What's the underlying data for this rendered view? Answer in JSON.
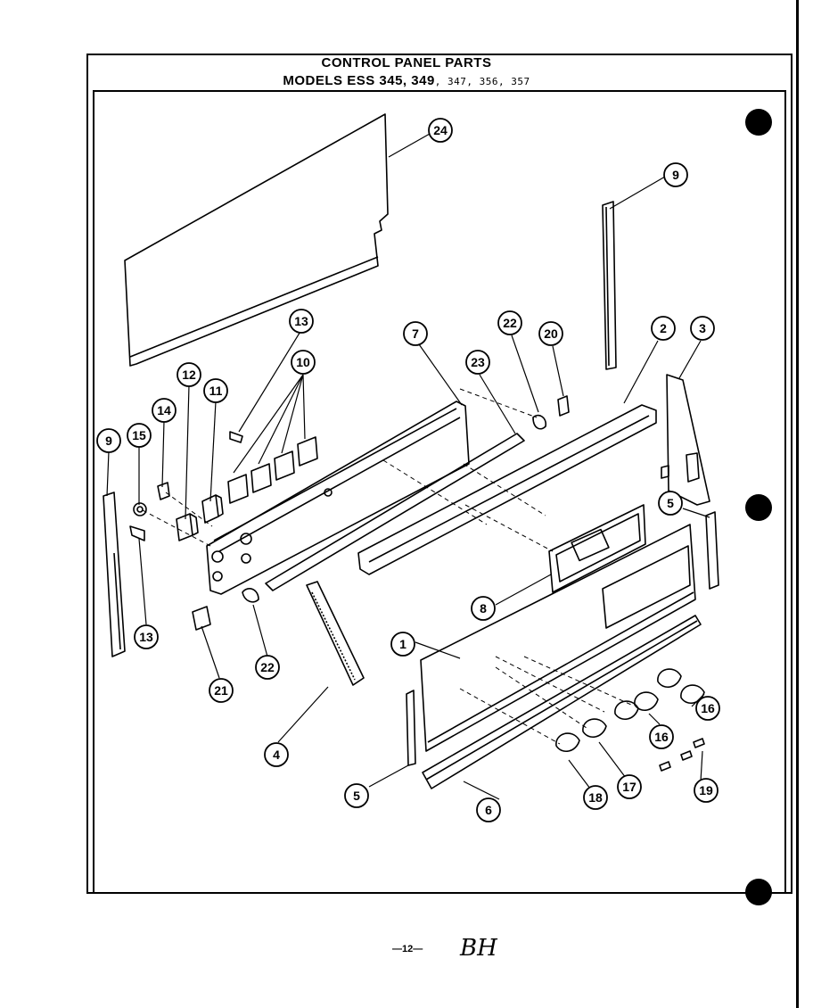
{
  "header": {
    "title": "CONTROL PANEL PARTS",
    "models_prefix": "MODELS ESS 345, 349",
    "models_suffix": ", 347, 356, 357"
  },
  "callouts": [
    "24",
    "9",
    "13",
    "10",
    "12",
    "11",
    "14",
    "15",
    "9",
    "13",
    "21",
    "22",
    "4",
    "7",
    "23",
    "22",
    "20",
    "2",
    "3",
    "5",
    "8",
    "1",
    "5",
    "6",
    "18",
    "17",
    "16",
    "16",
    "19"
  ],
  "footer": {
    "page_number": "—12—",
    "initials": "BH"
  }
}
